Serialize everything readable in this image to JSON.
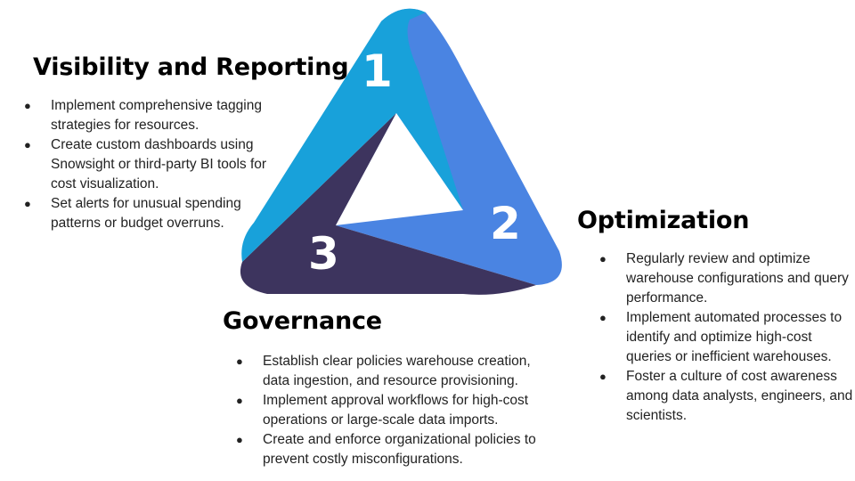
{
  "diagram": {
    "colors": {
      "segment1": "#18A1DA",
      "segment2": "#4A84E2",
      "segment3": "#3D345E",
      "center": "#FFFFFF"
    },
    "numbers": [
      "1",
      "2",
      "3"
    ]
  },
  "sections": [
    {
      "title": "Visibility and Reporting",
      "bullets": [
        "Implement comprehensive tagging strategies for resources.",
        "Create custom dashboards using Snowsight or third-party BI tools for cost visualization.",
        "Set alerts for unusual spending patterns or budget overruns."
      ]
    },
    {
      "title": "Optimization",
      "bullets": [
        "Regularly review and optimize warehouse configurations and query performance.",
        "Implement automated processes to identify and optimize high-cost queries or inefficient warehouses.",
        "Foster a culture of cost awareness among data analysts, engineers, and scientists."
      ]
    },
    {
      "title": "Governance",
      "bullets": [
        "Establish clear policies warehouse creation, data ingestion, and resource provisioning.",
        "Implement approval workflows for high-cost operations or large-scale data imports.",
        "Create and enforce organizational policies to prevent costly misconfigurations."
      ]
    }
  ]
}
